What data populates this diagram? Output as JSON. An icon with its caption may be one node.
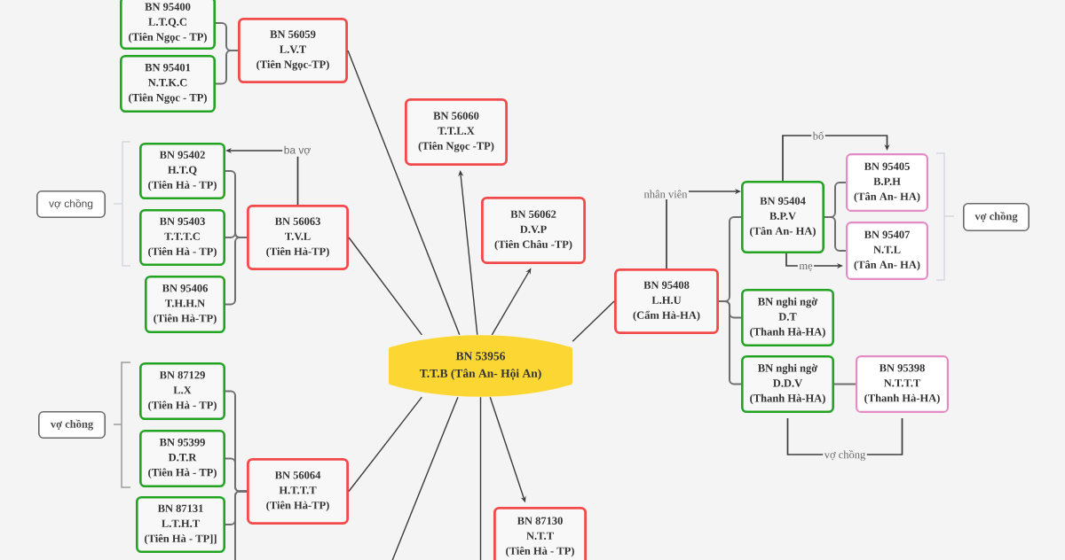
{
  "diagram": {
    "nodes": [
      {
        "text": [
          "BN 53956",
          "T.T.B (Tân An- Hội An)"
        ]
      },
      {
        "text": [
          "BN 56059",
          "L.V.T",
          "(Tiên Ngọc-TP)"
        ]
      },
      {
        "text": [
          "BN 95400",
          "L.T.Q.C",
          "(Tiên Ngọc - TP)"
        ]
      },
      {
        "text": [
          "BN 95401",
          "N.T.K.C",
          "(Tiên Ngọc - TP)"
        ]
      },
      {
        "text": [
          "BN 56060",
          "T.T.L.X",
          "(Tiên Ngọc -TP)"
        ]
      },
      {
        "text": [
          "BN 56062",
          "D.V.P",
          "(Tiên Châu -TP)"
        ]
      },
      {
        "text": [
          "BN 56063",
          "T.V.L",
          "(Tiên Hà-TP)"
        ]
      },
      {
        "text": [
          "BN 95402",
          "H.T.Q",
          "(Tiên Hà - TP)"
        ]
      },
      {
        "text": [
          "BN 95403",
          "T.T.T.C",
          "(Tiên Hà - TP)"
        ]
      },
      {
        "text": [
          "BN 95406",
          "T.H.H.N",
          "(Tiên Hà-TP)"
        ]
      },
      {
        "text": [
          "vợ chồng"
        ]
      },
      {
        "text": [
          "BN 56064",
          "H.T.T.T",
          "(Tiên Hà-TP)"
        ]
      },
      {
        "text": [
          "BN 87129",
          "L.X",
          "(Tiên Hà - TP)"
        ]
      },
      {
        "text": [
          "BN 95399",
          "D.T.R",
          "(Tiên Hà - TP)"
        ]
      },
      {
        "text": [
          "BN 87131",
          "L.T.H.T",
          "(Tiên Hà - TP]]"
        ]
      },
      {
        "text": [
          "vợ chồng"
        ]
      },
      {
        "text": [
          "BN 87130",
          "N.T.T",
          "(Tiên Hà - TP)"
        ]
      },
      {
        "text": [
          "BN 95408",
          "L.H.U",
          "(Cẩm Hà-HA)"
        ]
      },
      {
        "text": [
          "BN 95404",
          "B.P.V",
          "(Tân An- HA)"
        ]
      },
      {
        "text": [
          "BN 95405",
          "B.P.H",
          "(Tân An- HA)"
        ]
      },
      {
        "text": [
          "BN 95407",
          "N.T.L",
          "(Tân An- HA)"
        ]
      },
      {
        "text": [
          "vợ chồng"
        ]
      },
      {
        "text": [
          "BN nghi ngờ",
          "D.T",
          "(Thanh Hà-HA)"
        ]
      },
      {
        "text": [
          "BN nghi ngờ",
          "D.D.V",
          "(Thanh Hà-HA)"
        ]
      },
      {
        "text": [
          "BN 95398",
          "N.T.T.T",
          "(Thanh Hà-HA)"
        ]
      }
    ],
    "edges": [
      {
        "from": 0,
        "to": 1,
        "arrow": "none"
      },
      {
        "from": 0,
        "to": 4,
        "arrow": "to"
      },
      {
        "from": 0,
        "to": 5,
        "arrow": "to"
      },
      {
        "from": 0,
        "to": 6,
        "arrow": "none"
      },
      {
        "from": 0,
        "to": 11,
        "arrow": "none"
      },
      {
        "from": 0,
        "to": null,
        "arrow": "none"
      },
      {
        "from": 0,
        "to": null,
        "arrow": "none"
      },
      {
        "from": 0,
        "to": 16,
        "arrow": "to"
      },
      {
        "from": 0,
        "to": 17,
        "arrow": "none"
      },
      {
        "from": 1,
        "to": 2,
        "arrow": "none"
      },
      {
        "from": 1,
        "to": 3,
        "arrow": "none"
      },
      {
        "from": 6,
        "to": 7,
        "arrow": "to",
        "label": "ba vợ"
      },
      {
        "from": 6,
        "to": 7,
        "arrow": "none"
      },
      {
        "from": 6,
        "to": 8,
        "arrow": "none"
      },
      {
        "from": 6,
        "to": 9,
        "arrow": "none"
      },
      {
        "from": 11,
        "to": 12,
        "arrow": "none"
      },
      {
        "from": 11,
        "to": 13,
        "arrow": "none"
      },
      {
        "from": 11,
        "to": 14,
        "arrow": "none"
      },
      {
        "from": 11,
        "to": null,
        "arrow": "none"
      },
      {
        "from": 17,
        "to": 18,
        "arrow": "to",
        "label": "nhân viên"
      },
      {
        "from": 17,
        "to": 18,
        "arrow": "none"
      },
      {
        "from": 17,
        "to": 22,
        "arrow": "none"
      },
      {
        "from": 17,
        "to": 23,
        "arrow": "none"
      },
      {
        "from": 18,
        "to": 19,
        "arrow": "to",
        "label": "bố"
      },
      {
        "from": 18,
        "to": 19,
        "arrow": "none"
      },
      {
        "from": 18,
        "to": 20,
        "arrow": "none"
      },
      {
        "from": 18,
        "to": 20,
        "arrow": "to",
        "label": "mẹ"
      },
      {
        "from": 23,
        "to": 24,
        "arrow": "none"
      },
      {
        "from": 23,
        "to": 24,
        "arrow": "none",
        "label": "vợ chồng"
      }
    ]
  }
}
